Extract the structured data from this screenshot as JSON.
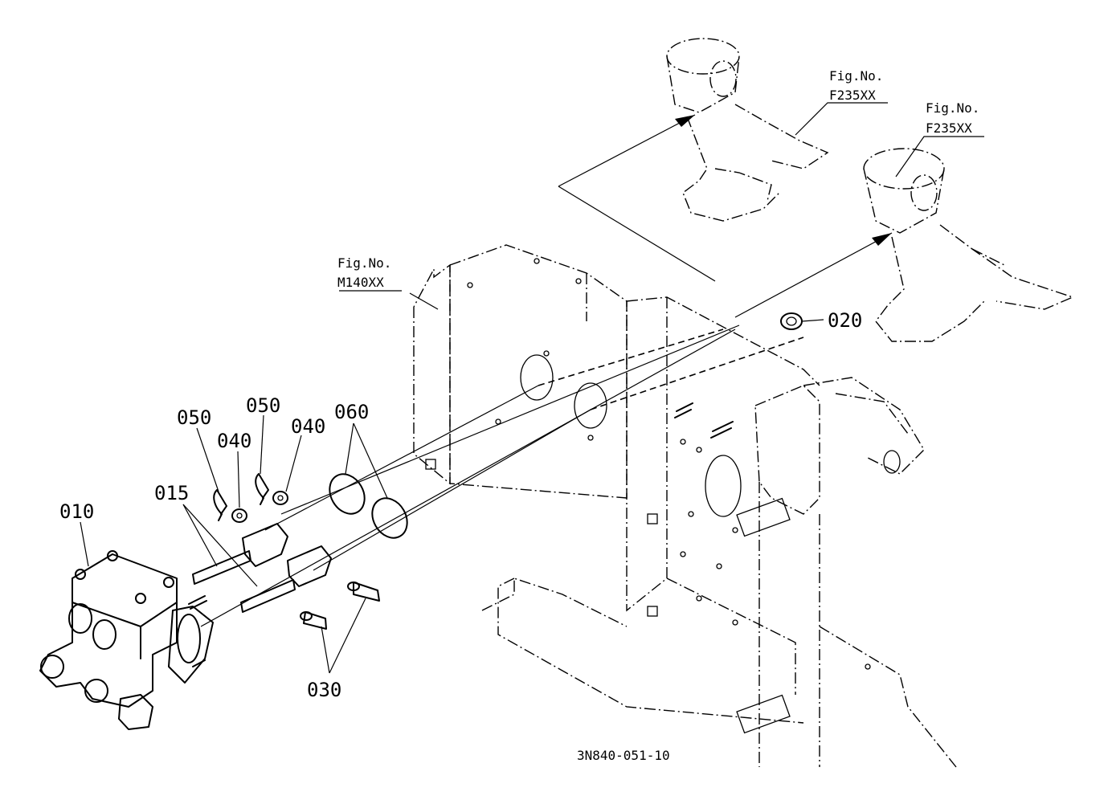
{
  "diagram": {
    "drawing_number": "3N840-051-10",
    "figure_refs": [
      {
        "prefix": "Fig.No.",
        "code": "F235XX"
      },
      {
        "prefix": "Fig.No.",
        "code": "F235XX"
      },
      {
        "prefix": "Fig.No.",
        "code": "M140XX"
      }
    ],
    "callouts": [
      "010",
      "015",
      "020",
      "030",
      "040",
      "040",
      "050",
      "050",
      "060"
    ]
  }
}
